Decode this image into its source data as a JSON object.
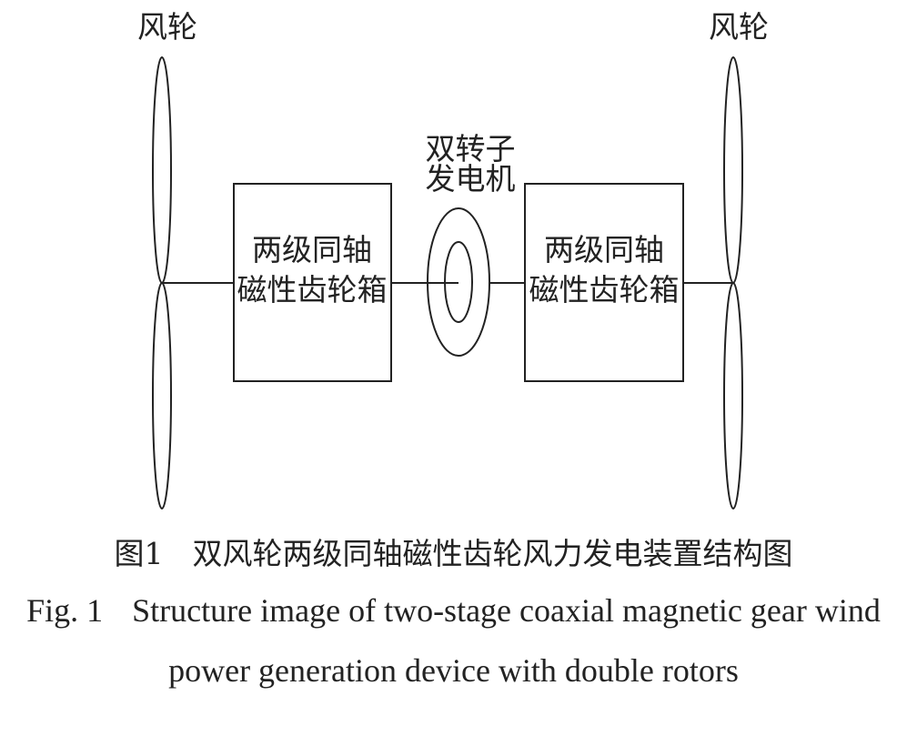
{
  "diagram": {
    "left_rotor_label": "风轮",
    "right_rotor_label": "风轮",
    "generator_label_line1": "双转子",
    "generator_label_line2": "发电机",
    "left_gearbox_line1": "两级同轴",
    "left_gearbox_line2": "磁性齿轮箱",
    "right_gearbox_line1": "两级同轴",
    "right_gearbox_line2": "磁性齿轮箱"
  },
  "caption": {
    "cn_number": "图1",
    "cn_text": "双风轮两级同轴磁性齿轮风力发电装置结构图",
    "en_number": "Fig. 1",
    "en_line1": "Structure image of two-stage coaxial magnetic gear wind",
    "en_line2": "power generation device with double rotors"
  },
  "colors": {
    "stroke": "#222222",
    "background": "#ffffff"
  }
}
